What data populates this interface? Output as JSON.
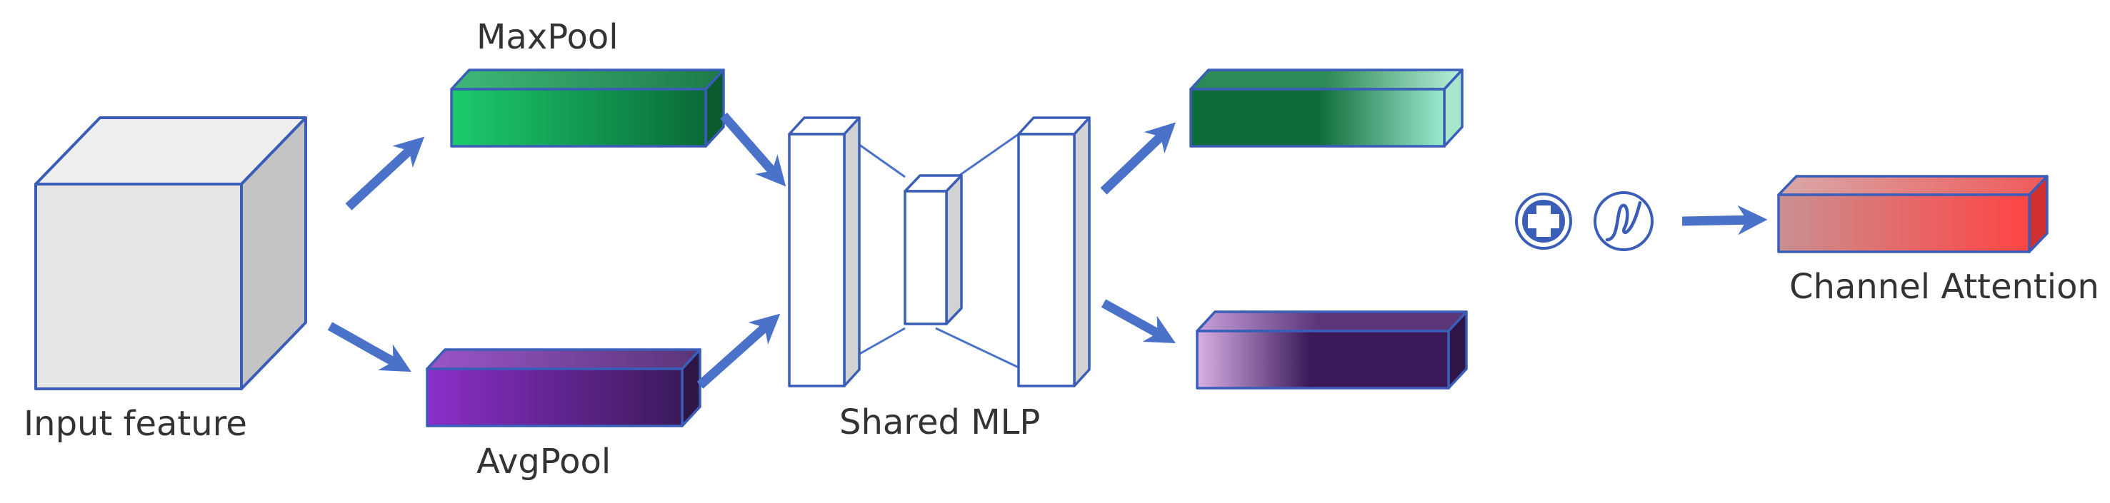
{
  "labels": {
    "input_feature": "Input feature",
    "maxpool": "MaxPool",
    "avgpool": "AvgPool",
    "shared_mlp": "Shared MLP",
    "channel_attention": "Channel Attention"
  },
  "colors": {
    "outline": "#3a5db8",
    "arrow": "#4a72c9",
    "maxpool_gradient": [
      "#1ccb6e",
      "#0a6a35"
    ],
    "avgpool_gradient": [
      "#8b2fc9",
      "#3b1a5a"
    ],
    "mlp_out_top_gradient": [
      "#0e6b38",
      "#9bead0"
    ],
    "mlp_out_bottom_gradient": [
      "#d8b0e6",
      "#3b1a5a"
    ],
    "channel_attention_gradient": [
      "#c99090",
      "#ff4444"
    ],
    "cube_front": "#e6e6e6",
    "cube_side": "#c4c4c4"
  },
  "icons": [
    "plus-circle-icon",
    "sigmoid-icon"
  ]
}
